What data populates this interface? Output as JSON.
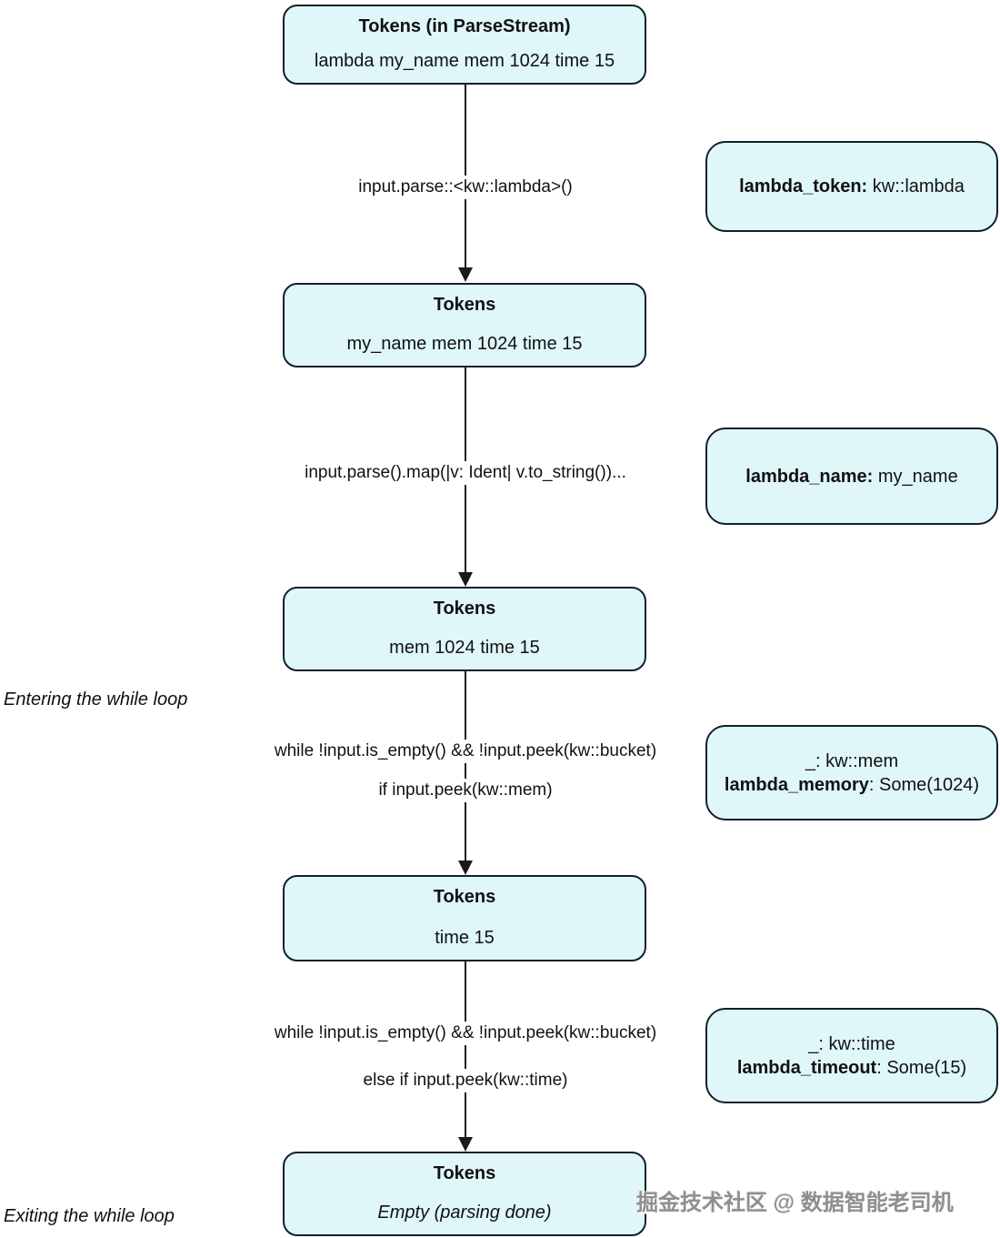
{
  "diagram": {
    "nodes": [
      {
        "title": "Tokens (in ParseStream)",
        "body": "lambda my_name mem 1024 time 15"
      },
      {
        "title": "Tokens",
        "body": "my_name mem 1024 time 15"
      },
      {
        "title": "Tokens",
        "body": "mem 1024 time 15"
      },
      {
        "title": "Tokens",
        "body": "time 15"
      },
      {
        "title": "Tokens",
        "body": "Empty (parsing done)"
      }
    ],
    "edges": [
      {
        "labels": [
          "input.parse::<kw::lambda>()"
        ]
      },
      {
        "labels": [
          "input.parse().map(|v: Ident| v.to_string())..."
        ]
      },
      {
        "labels": [
          "while !input.is_empty() && !input.peek(kw::bucket)",
          "if input.peek(kw::mem)"
        ]
      },
      {
        "labels": [
          "while !input.is_empty() && !input.peek(kw::bucket)",
          "else if input.peek(kw::time)"
        ]
      }
    ],
    "side_notes": [
      {
        "bold": "lambda_token:",
        "rest": " kw::lambda"
      },
      {
        "bold": "lambda_name:",
        "rest": " my_name"
      },
      {
        "line1": "_: kw::mem",
        "bold": "lambda_memory",
        "rest": ": Some(1024)"
      },
      {
        "line1": "_: kw::time",
        "bold": "lambda_timeout",
        "rest": ": Some(15)"
      }
    ],
    "annotations": [
      {
        "text": "Entering the while loop"
      },
      {
        "text": "Exiting the while loop"
      }
    ],
    "watermark": "掘金技术社区 @ 数据智能老司机"
  },
  "colors": {
    "node_fill": "#e0f7fa",
    "node_border": "#11202a",
    "edge": "#1a1a1a",
    "text": "#111111",
    "watermark": "#8f8f8f"
  }
}
